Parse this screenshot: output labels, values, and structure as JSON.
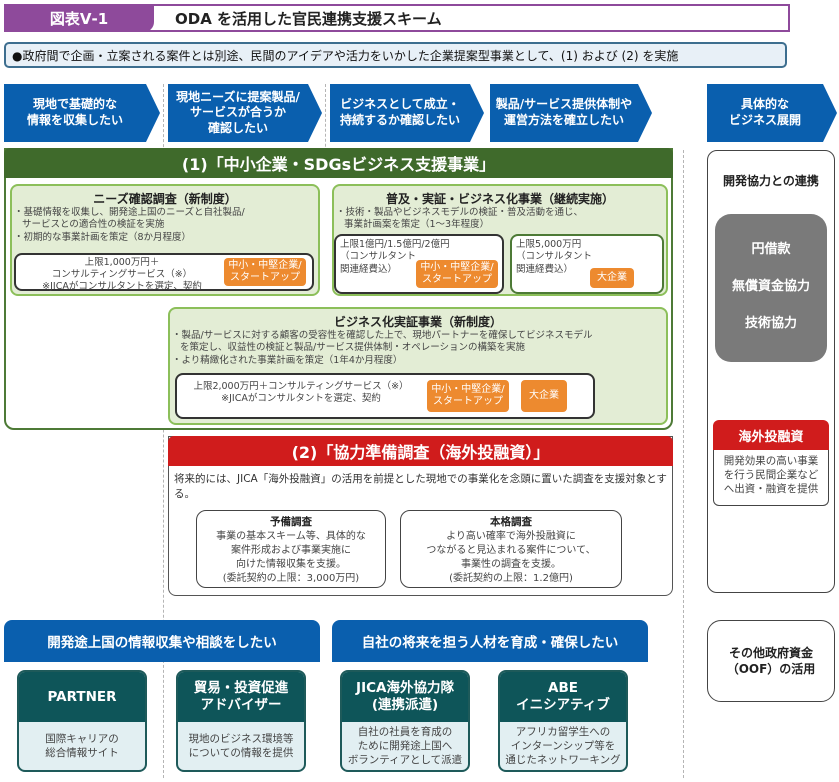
{
  "header": {
    "figure_label": "図表Ⅴ-1",
    "title": "ODA を活用した官民連携支援スキーム"
  },
  "summary": "●政府間で企画・立案される案件とは別途、民間のアイデアや活力をいかした企業提案型事業として、(1) および (2) を実施",
  "arrows": [
    {
      "label": "現地で基礎的な\n情報を収集したい"
    },
    {
      "label": "現地ニーズに提案製品/\nサービスが合うか\n確認したい"
    },
    {
      "label": "ビジネスとして成立・\n持続するか確認したい"
    },
    {
      "label": "製品/サービス提供体制や\n運営方法を確立したい"
    },
    {
      "label": "具体的な\nビジネス展開"
    }
  ],
  "section1": {
    "title": "(1)「中小企業・SDGsビジネス支援事業」",
    "needs": {
      "title": "ニーズ確認調査（新制度）",
      "bullets": [
        "・基礎情報を収集し、開発途上国のニーズと自社製品/\nサービスとの適合性の検証を実施",
        "・初期的な事業計画を策定（8か月程度）"
      ],
      "limit": "上限1,000万円＋\nコンサルティングサービス（※）\n※JICAがコンサルタントを選定、契約",
      "tag": "中小・中堅企業/\nスタートアップ"
    },
    "spread": {
      "title": "普及・実証・ビジネス化事業（継続実施）",
      "bullets": [
        "・技術・製品やビジネスモデルの検証・普及活動を通じ、\n事業計画案を策定（1～3年程度）"
      ],
      "limit_sme": "上限1億円/1.5億円/2億円\n（コンサルタント\n関連経費込）",
      "tag_sme": "中小・中堅企業/\nスタートアップ",
      "limit_large": "上限5,000万円\n（コンサルタント\n関連経費込）",
      "tag_large": "大企業"
    },
    "verify": {
      "title": "ビジネス化実証事業（新制度）",
      "bullets": [
        "・製品/サービスに対する顧客の受容性を確認した上で、現地パートナーを確保してビジネスモデル\nを策定し、収益性の検証と製品/サービス提供体制・オペレーションの構築を実施",
        "・より精緻化された事業計画を策定（1年4か月程度）"
      ],
      "limit": "上限2,000万円＋コンサルティングサービス（※）\n※JICAがコンサルタントを選定、契約",
      "tag_sme": "中小・中堅企業/\nスタートアップ",
      "tag_large": "大企業"
    }
  },
  "section2": {
    "title": "(2)「協力準備調査（海外投融資）」",
    "intro": "将来的には、JICA「海外投融資」の活用を前提とした現地での事業化を念頭に置いた調査を支援対象とする。",
    "prelim": {
      "title": "予備調査",
      "body": "事業の基本スキーム等、具体的な\n案件形成および事業実施に\n向けた情報収集を支援。",
      "limit": "(委託契約の上限：3,000万円)"
    },
    "full": {
      "title": "本格調査",
      "body": "より高い確率で海外投融資に\nつながると見込まれる案件について、\n事業性の調査を支援。",
      "limit": "(委託契約の上限：1.2億円)"
    }
  },
  "right": {
    "title": "開発協力との連携",
    "items": [
      "円借款",
      "無償資金協力",
      "技術協力"
    ],
    "investment_title": "海外投融資",
    "investment_body": "開発効果の高い事業\nを行う民間企業など\nへ出資・融資を提供",
    "oof": "その他政府資金\n（OOF）の活用"
  },
  "bottom": {
    "left_head": "開発途上国の情報収集や相談をしたい",
    "right_head": "自社の将来を担う人材を育成・確保したい",
    "cards": [
      {
        "title": "PARTNER",
        "body": "国際キャリアの\n総合情報サイト"
      },
      {
        "title": "貿易・投資促進\nアドバイザー",
        "body": "現地のビジネス環境等\nについての情報を提供"
      },
      {
        "title": "JICA海外協力隊\n(連携派遣)",
        "body": "自社の社員を育成の\nために開発途上国へ\nボランティアとして派遣"
      },
      {
        "title": "ABE\nイニシアティブ",
        "body": "アフリカ留学生への\nインターンシップ等を\n通じたネットワーキング"
      }
    ]
  },
  "colors": {
    "purple": "#8e4a9b",
    "blue": "#0a5fae",
    "green": "#3f6a2b",
    "light_green": "#e3edd5",
    "orange": "#ed8a2f",
    "red": "#d01c1c",
    "gray": "#7a7a7a",
    "teal": "#0e5559"
  }
}
